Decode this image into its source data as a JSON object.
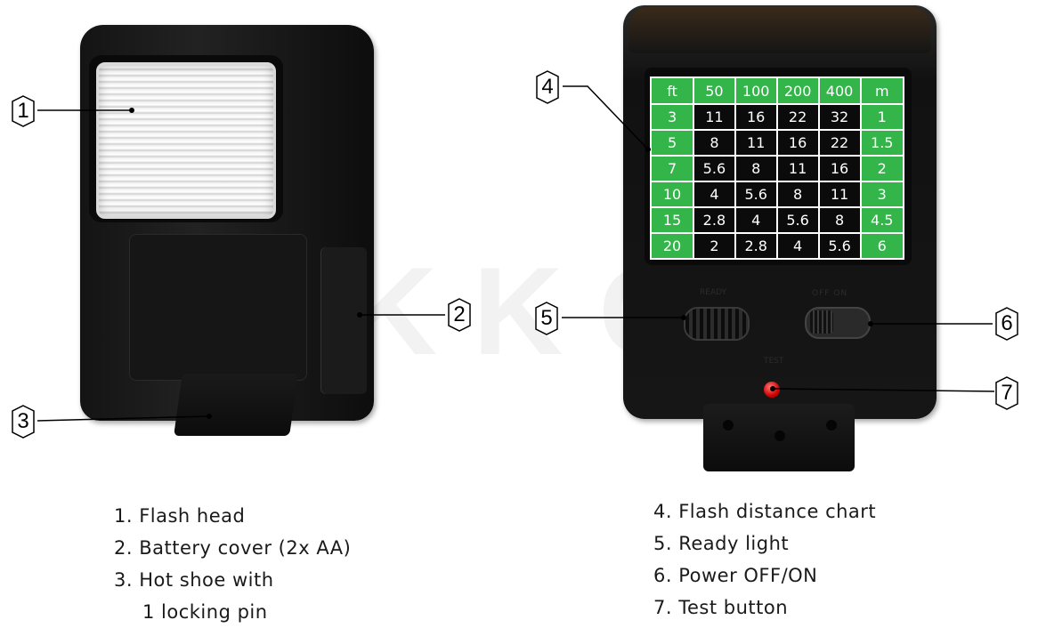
{
  "watermark": "NIKKO",
  "distance_chart": {
    "header": [
      "ft",
      "50",
      "100",
      "200",
      "400",
      "m"
    ],
    "rows": [
      {
        "ft": "3",
        "values": [
          "11",
          "16",
          "22",
          "32"
        ],
        "m": "1"
      },
      {
        "ft": "5",
        "values": [
          "8",
          "11",
          "16",
          "22"
        ],
        "m": "1.5"
      },
      {
        "ft": "7",
        "values": [
          "5.6",
          "8",
          "11",
          "16"
        ],
        "m": "2"
      },
      {
        "ft": "10",
        "values": [
          "4",
          "5.6",
          "8",
          "11"
        ],
        "m": "3"
      },
      {
        "ft": "15",
        "values": [
          "2.8",
          "4",
          "5.6",
          "8"
        ],
        "m": "4.5"
      },
      {
        "ft": "20",
        "values": [
          "2",
          "2.8",
          "4",
          "5.6"
        ],
        "m": "6"
      }
    ],
    "colors": {
      "header_bg": "#33b54a",
      "cell_bg": "#0b0b0b",
      "text": "#ffffff"
    }
  },
  "device_labels": {
    "ready": "READY",
    "off_on": "OFF  ON",
    "test": "TEST"
  },
  "callouts": [
    {
      "id": "1"
    },
    {
      "id": "2"
    },
    {
      "id": "3"
    },
    {
      "id": "4"
    },
    {
      "id": "5"
    },
    {
      "id": "6"
    },
    {
      "id": "7"
    }
  ],
  "legend_left": [
    "1. Flash head",
    "2. Battery cover (2x AA)",
    "3. Hot shoe with",
    "1 locking pin"
  ],
  "legend_right": [
    "4. Flash distance chart",
    "5. Ready light",
    "6. Power OFF/ON",
    "7. Test button"
  ],
  "colors": {
    "test_button": "#d00000",
    "chart_green": "#33b54a"
  }
}
